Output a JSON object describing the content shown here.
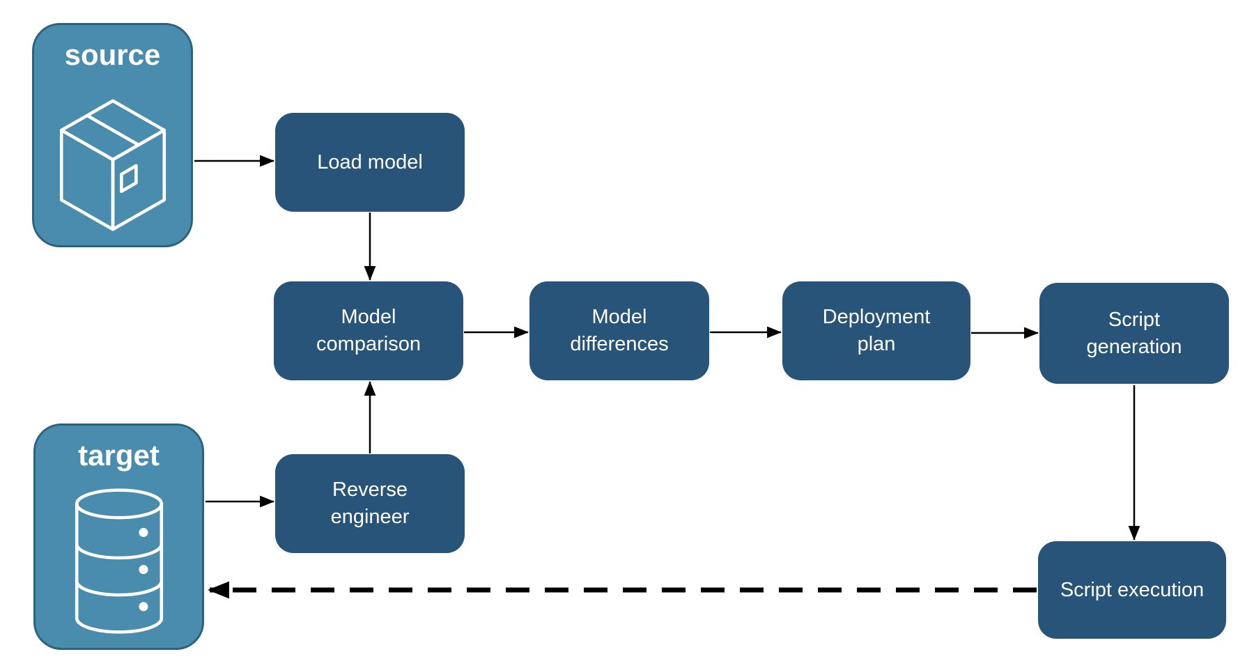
{
  "diagram": {
    "stores": [
      {
        "id": "source",
        "label": "source",
        "icon": "package-icon"
      },
      {
        "id": "target",
        "label": "target",
        "icon": "database-icon"
      }
    ],
    "nodes": [
      {
        "id": "load-model",
        "label": "Load model"
      },
      {
        "id": "model-comparison",
        "label": "Model comparison"
      },
      {
        "id": "model-differences",
        "label": "Model differences"
      },
      {
        "id": "deployment-plan",
        "label": "Deployment plan"
      },
      {
        "id": "script-generation",
        "label": "Script generation"
      },
      {
        "id": "reverse-engineer",
        "label": "Reverse engineer"
      },
      {
        "id": "script-execution",
        "label": "Script execution"
      }
    ],
    "edges": [
      {
        "from": "source",
        "to": "load-model",
        "style": "solid"
      },
      {
        "from": "load-model",
        "to": "model-comparison",
        "style": "solid"
      },
      {
        "from": "model-comparison",
        "to": "model-differences",
        "style": "solid"
      },
      {
        "from": "model-differences",
        "to": "deployment-plan",
        "style": "solid"
      },
      {
        "from": "deployment-plan",
        "to": "script-generation",
        "style": "solid"
      },
      {
        "from": "script-generation",
        "to": "script-execution",
        "style": "solid"
      },
      {
        "from": "target",
        "to": "reverse-engineer",
        "style": "solid"
      },
      {
        "from": "reverse-engineer",
        "to": "model-comparison",
        "style": "solid"
      },
      {
        "from": "script-execution",
        "to": "target",
        "style": "dashed"
      }
    ],
    "colors": {
      "store_fill": "#4A8CAD",
      "store_border": "#2B637F",
      "node_fill": "#275478",
      "label_text": "#FFFFFF",
      "arrow": "#000000",
      "background": "#FFFFFF"
    }
  }
}
